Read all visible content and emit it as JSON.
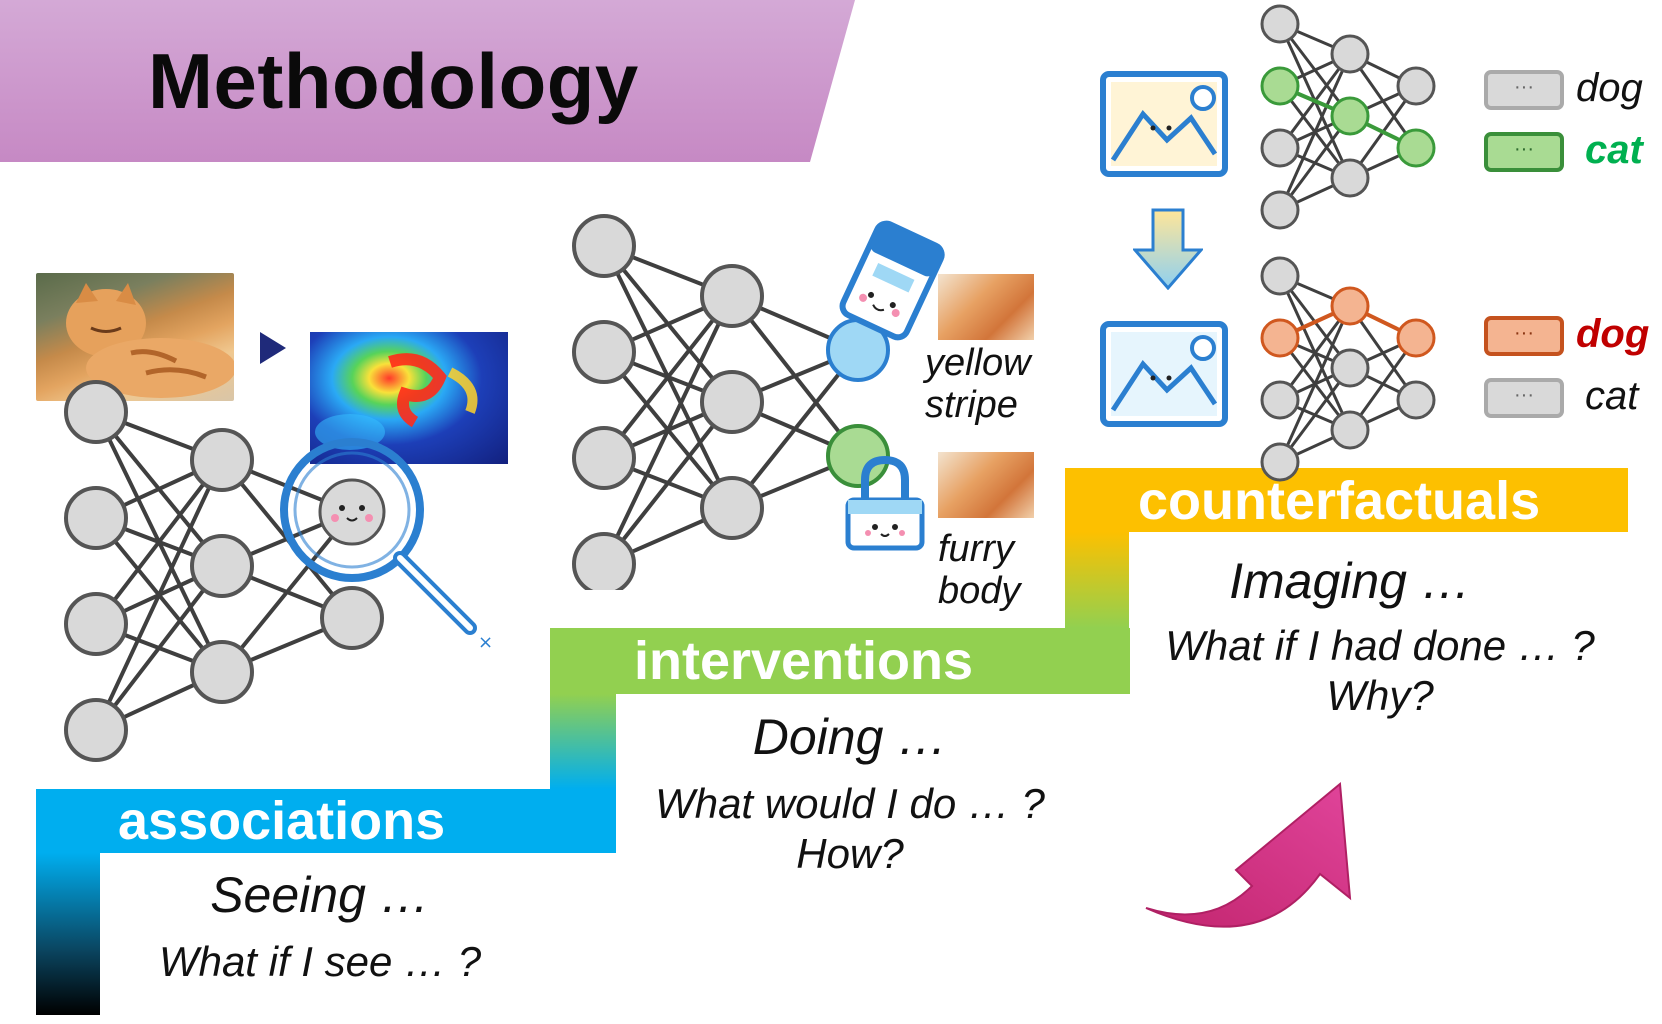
{
  "title": "Methodology",
  "rungs": {
    "associations": {
      "label": "associations",
      "verb": "Seeing …",
      "question": "What if I see … ?"
    },
    "interventions": {
      "label": "interventions",
      "verb": "Doing …",
      "question": "What would I do … ?",
      "sub": "How?",
      "features": [
        {
          "line1": "yellow",
          "line2": "stripe"
        },
        {
          "line1": "furry",
          "line2": "body"
        }
      ]
    },
    "counterfactuals": {
      "label": "counterfactuals",
      "verb": "Imaging …",
      "question": "What if I had done … ?",
      "sub": "Why?",
      "before": {
        "tag_text": "···",
        "classes": [
          {
            "label": "dog",
            "state": "inactive"
          },
          {
            "label": "cat",
            "state": "active"
          }
        ]
      },
      "after": {
        "tag_text": "···",
        "classes": [
          {
            "label": "dog",
            "state": "active"
          },
          {
            "label": "cat",
            "state": "inactive"
          }
        ]
      }
    }
  },
  "colors": {
    "banner": "#c689c4",
    "associations": "#00aeef",
    "interventions": "#92d050",
    "counterfactuals": "#fdc000",
    "node_fill": "#d9d9d9",
    "edge": "#3f3f3f",
    "highlight_green": "#00b050",
    "highlight_red": "#c00000",
    "active_green_path": "#3a9a3a",
    "active_orange_path": "#d0581f",
    "arrow_magenta": "#d63384",
    "icon_blue": "#2b7fd0"
  },
  "icons": {
    "assoc_arrow": "play-triangle-icon",
    "magnifier": "magnifier-icon",
    "eraser": "eraser-icon",
    "lock": "padlock-icon",
    "image_before": "picture-icon",
    "image_after": "picture-icon",
    "down_arrow": "down-arrow-icon",
    "curved_arrow": "curved-up-arrow-icon"
  }
}
